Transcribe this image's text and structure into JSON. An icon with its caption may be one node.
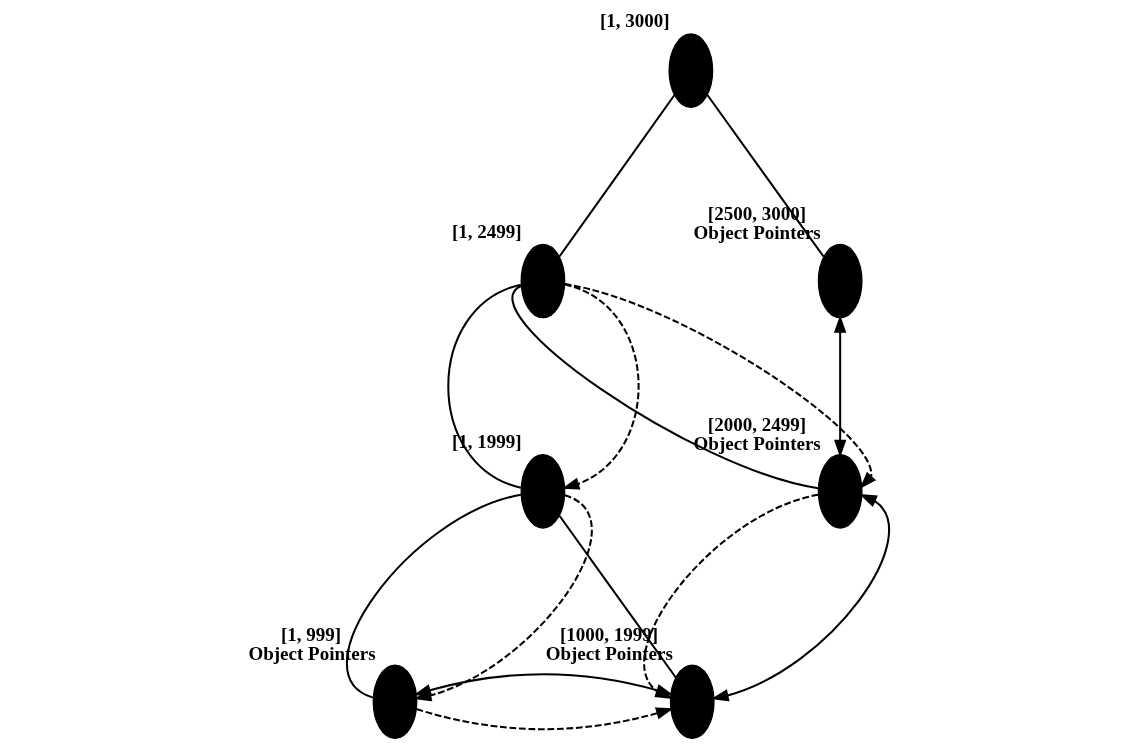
{
  "diagram": {
    "nodes": [
      {
        "text": [],
        "shape": "ellipse",
        "beside": [
          "[1, 3000]"
        ]
      },
      {
        "text": [],
        "shape": "ellipse",
        "beside": [
          "[1, 2499]"
        ]
      },
      {
        "text": [],
        "shape": "ellipse",
        "beside": [
          "[2500, 3000]",
          "Object Pointers"
        ]
      },
      {
        "text": [],
        "shape": "ellipse",
        "beside": [
          "[1, 1999]"
        ]
      },
      {
        "text": [],
        "shape": "ellipse",
        "beside": [
          "[2000, 2499]",
          "Object Pointers"
        ]
      },
      {
        "text": [],
        "shape": "ellipse",
        "beside": [
          "[1, 999]",
          "Object Pointers"
        ]
      },
      {
        "text": [],
        "shape": "ellipse",
        "beside": [
          "[1000, 1999]",
          "Object Pointers"
        ]
      }
    ],
    "edges": [
      {
        "from": 0,
        "to": 1,
        "arrow": "none"
      },
      {
        "from": 0,
        "to": 2,
        "arrow": "none"
      },
      {
        "from": 1,
        "to": 3,
        "arrow": "none"
      },
      {
        "from": 1,
        "to": 4,
        "arrow": "none"
      },
      {
        "from": 3,
        "to": 5,
        "arrow": "none"
      },
      {
        "from": 3,
        "to": 6,
        "arrow": "none"
      },
      {
        "from": 1,
        "to": 3,
        "arrow": "to",
        "style": "dashed"
      },
      {
        "from": 1,
        "to": 4,
        "arrow": "to",
        "style": "dashed"
      },
      {
        "from": 3,
        "to": 5,
        "arrow": "to",
        "style": "dashed"
      },
      {
        "from": 5,
        "to": 6,
        "arrow": "to",
        "style": "dashed"
      },
      {
        "from": 4,
        "to": 6,
        "arrow": "to",
        "style": "dashed"
      },
      {
        "from": 4,
        "to": 2,
        "arrow": "both"
      },
      {
        "from": 5,
        "to": 6,
        "arrow": "both"
      },
      {
        "from": 6,
        "to": 4,
        "arrow": "both"
      }
    ]
  }
}
